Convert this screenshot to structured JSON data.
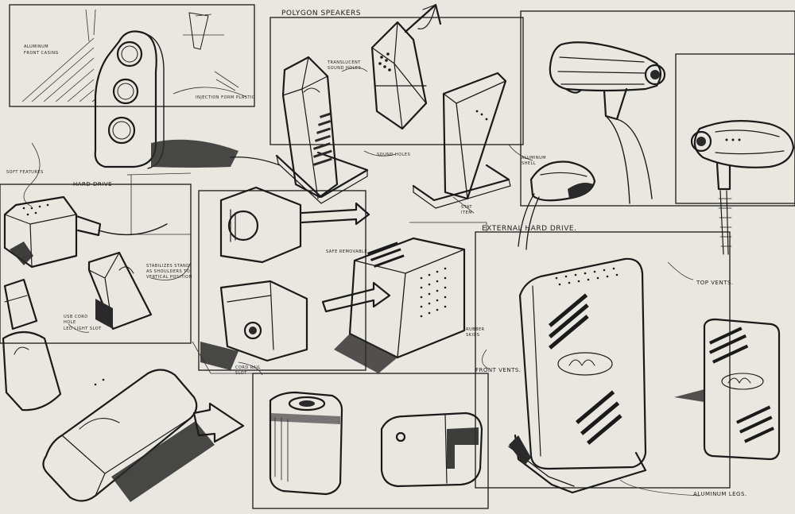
{
  "labels": {
    "aluminum_front_casing_1": "ALUMINUM",
    "aluminum_front_casing_2": "FRONT CASING",
    "injection_form_plastic": "INJECTION FORM PLASTIC",
    "polygon_speakers": "POLYGON SPEAKERS",
    "translucent_sound_holes_1": "TRANSLUCENT",
    "translucent_sound_holes_2": "SOUND HOLES",
    "sound_holes": "SOUND HOLES",
    "aluminum_shell_1": "ALUMINUM",
    "aluminum_shell_2": "SHELL",
    "stat_1": "STAT",
    "stat_2": "ITEM",
    "hard_drive": "HARD DRIVE",
    "soft_features": "SOFT FEATURES",
    "external_hard_drive": "EXTERNAL HARD DRIVE.",
    "top_vents": "TOP VENTS.",
    "front_vents": "FRONT VENTS.",
    "rubber_skids_1": "RUBBER",
    "rubber_skids_2": "SKIDS",
    "aluminum_legs": "ALUMINUM LEGS.",
    "cord_rail_1": "CORD RAIL",
    "cord_rail_2": "SLOT",
    "usb_cord_1": "USB CORD",
    "usb_cord_2": "HOLE",
    "led_light_1": "LED LIGHT SLOT",
    "stabilize_1": "STABILIZES STAND",
    "stabilize_2": "AS SHOULDERS TO",
    "stabilize_3": "VERTICAL POSITION",
    "safe_removable": "SAFE REMOVABLE"
  },
  "colors": {
    "paper": "#e9e7e0",
    "ink": "#1a1a1a"
  }
}
